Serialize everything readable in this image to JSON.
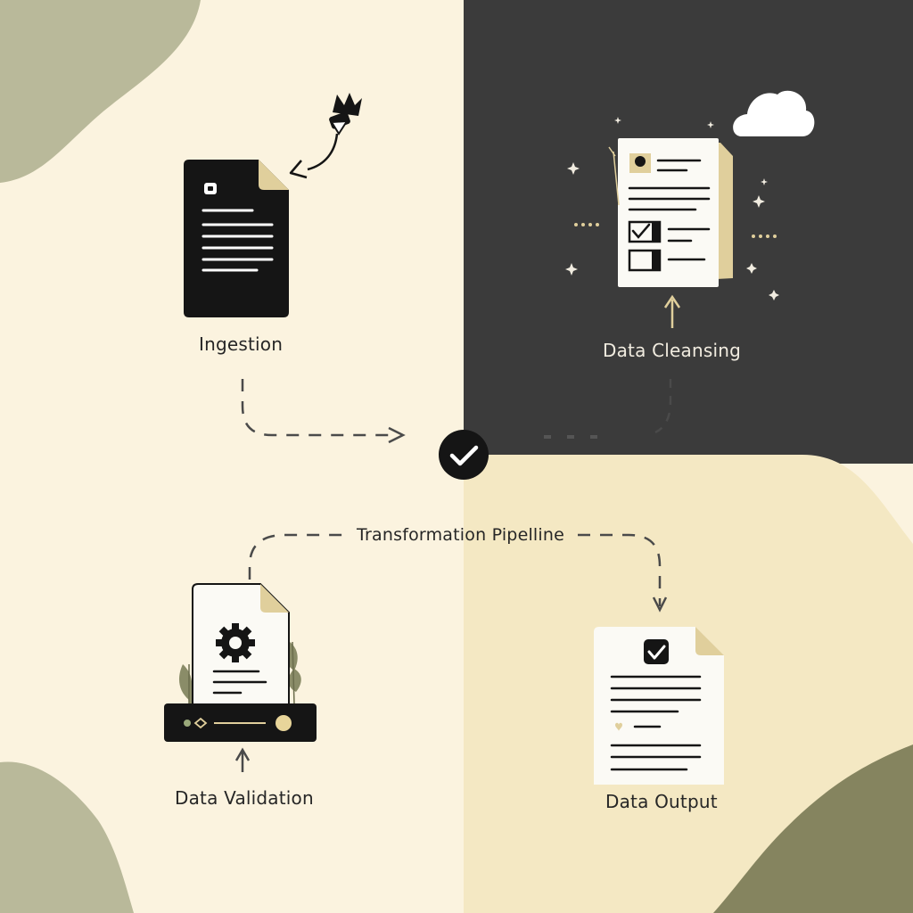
{
  "colors": {
    "cream": "#fbf3df",
    "cream_dark": "#f4e8c3",
    "charcoal": "#3b3b3b",
    "olive": "#b9b99a",
    "olive_dark": "#85845f",
    "ink": "#151515",
    "accent": "#e0cf9c"
  },
  "stages": {
    "ingestion": {
      "label": "Ingestion"
    },
    "cleansing": {
      "label": "Data Cleansing"
    },
    "validation": {
      "label": "Data Validation"
    },
    "output": {
      "label": "Data Output"
    }
  },
  "pipeline": {
    "label": "Transformation Pipelline"
  },
  "icons": {
    "center": "checkmark-circle-icon",
    "brush": "brush-icon",
    "cloud": "cloud-icon",
    "gear": "gear-icon",
    "checkbox": "checkbox-icon"
  }
}
